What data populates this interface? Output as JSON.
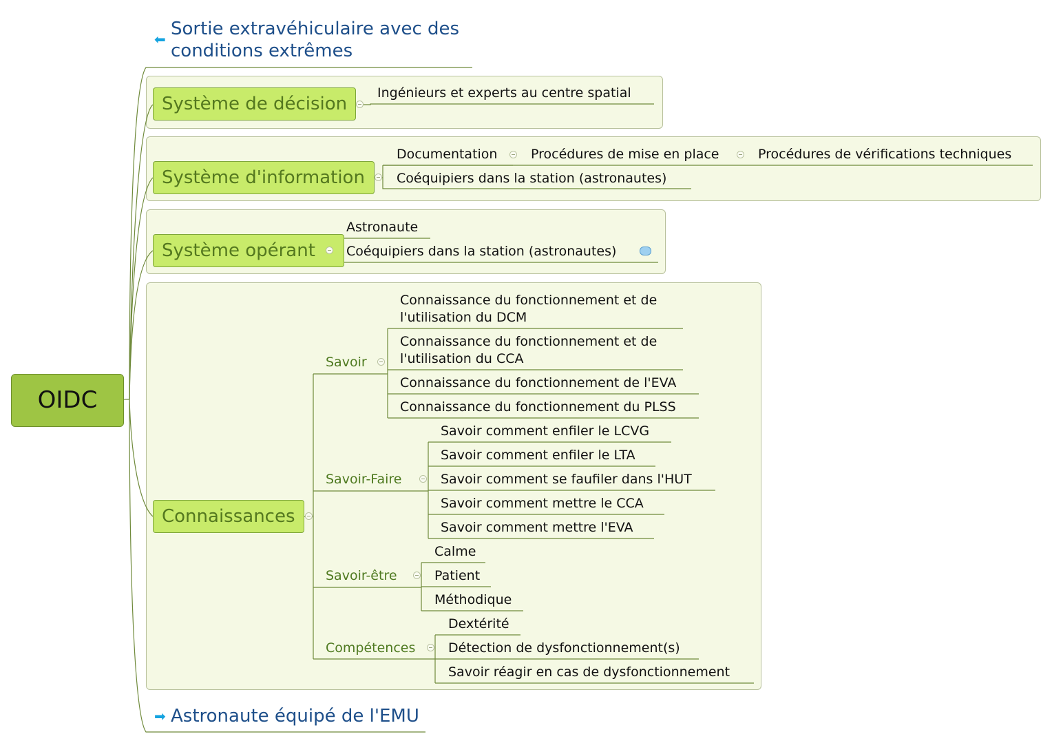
{
  "central": {
    "label": "OIDC"
  },
  "floating": {
    "top": "Sortie extravéhiculaire avec des conditions extrêmes",
    "bottom": "Astronaute équipé de l'EMU"
  },
  "branches": {
    "decision": {
      "label": "Système de décision",
      "children": [
        "Ingénieurs et experts au centre spatial"
      ]
    },
    "information": {
      "label": "Système d'information",
      "documentation": "Documentation",
      "procedures": "Procédures de mise en place",
      "verifications": "Procédures de vérifications techniques",
      "coequipiers": "Coéquipiers dans la station (astronautes)"
    },
    "operant": {
      "label": "Système opérant",
      "children": [
        "Astronaute",
        "Coéquipiers dans la station (astronautes)"
      ]
    },
    "connaissances": {
      "label": "Connaissances",
      "savoir": {
        "label": "Savoir",
        "items": [
          "Connaissance du fonctionnement et de l'utilisation du DCM",
          "Connaissance du fonctionnement et de l'utilisation du CCA",
          "Connaissance du fonctionnement de l'EVA",
          "Connaissance du fonctionnement du PLSS"
        ]
      },
      "savoir_faire": {
        "label": "Savoir-Faire",
        "items": [
          "Savoir comment enfiler le LCVG",
          "Savoir comment enfiler le LTA",
          "Savoir comment se faufiler dans l'HUT",
          "Savoir comment mettre le CCA",
          "Savoir comment mettre l'EVA"
        ]
      },
      "savoir_etre": {
        "label": "Savoir-être",
        "items": [
          "Calme",
          "Patient",
          "Méthodique"
        ]
      },
      "competences": {
        "label": "Compétences",
        "items": [
          "Dextérité",
          "Détection de dysfonctionnement(s)",
          "Savoir réagir en cas de dysfonctionnement"
        ]
      }
    }
  },
  "colors": {
    "branch_fill": "#c8eb6a",
    "central_fill": "#9ec544",
    "panel_fill": "#f5f9e4",
    "line": "#6f8a3b",
    "floating_text": "#1e4f8a",
    "arrow": "#14a3e0"
  },
  "icons": {
    "top_arrow": "left-arrow-icon",
    "bottom_arrow": "right-arrow-icon",
    "note": "note-icon"
  }
}
